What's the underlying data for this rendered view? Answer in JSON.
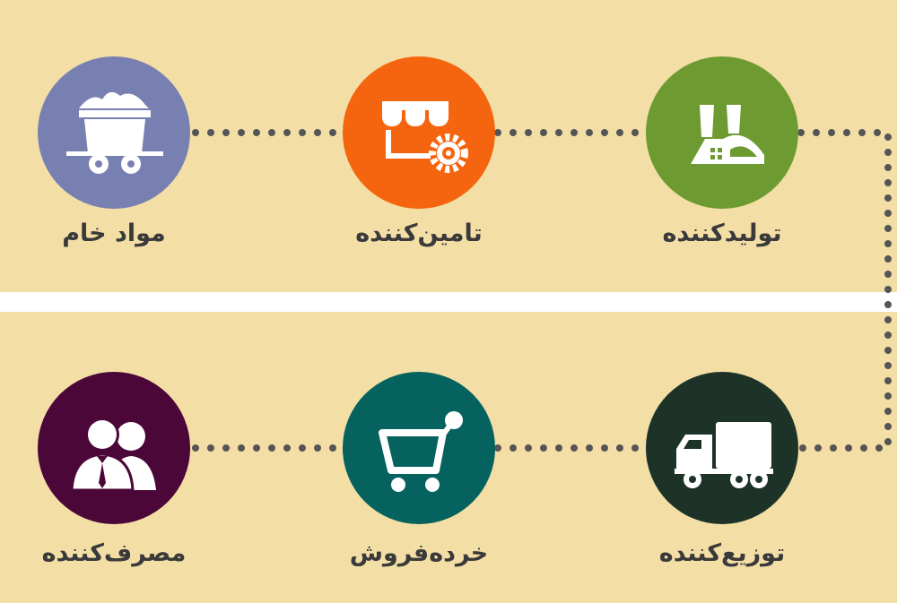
{
  "stages": [
    {
      "id": "raw-materials",
      "label": "مواد خام",
      "color": "#7880b1",
      "icon": "mine-cart-icon"
    },
    {
      "id": "supplier",
      "label": "تامین‌کننده",
      "color": "#f5650f",
      "icon": "store-gear-icon"
    },
    {
      "id": "manufacturer",
      "label": "تولیدکننده",
      "color": "#6e9b31",
      "icon": "factory-icon"
    },
    {
      "id": "distributor",
      "label": "توزیع‌کننده",
      "color": "#1e3328",
      "icon": "truck-icon"
    },
    {
      "id": "retailer",
      "label": "خرده‌فروش",
      "color": "#05625e",
      "icon": "shopping-cart-icon"
    },
    {
      "id": "consumer",
      "label": "مصرف‌کننده",
      "color": "#4b0738",
      "icon": "people-icon"
    }
  ],
  "connector_color": "#555555"
}
